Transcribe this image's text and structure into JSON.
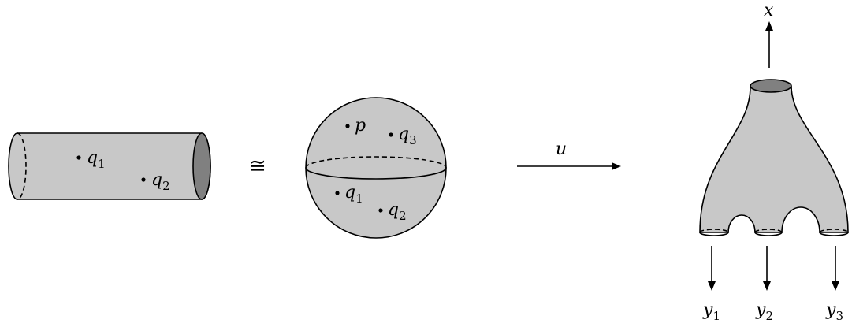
{
  "cylinder": {
    "points": [
      {
        "name": "q",
        "sub": "1"
      },
      {
        "name": "q",
        "sub": "2"
      }
    ]
  },
  "iso_symbol": "≅",
  "sphere": {
    "points": [
      {
        "name": "p",
        "sub": ""
      },
      {
        "name": "q",
        "sub": "3"
      },
      {
        "name": "q",
        "sub": "1"
      },
      {
        "name": "q",
        "sub": "2"
      }
    ]
  },
  "map_label": "u",
  "pants": {
    "top_label": "x",
    "bottom_labels": [
      {
        "name": "y",
        "sub": "1"
      },
      {
        "name": "y",
        "sub": "2"
      },
      {
        "name": "y",
        "sub": "3"
      }
    ]
  },
  "colors": {
    "surface_fill": "#c8c8c8",
    "end_fill": "#808080",
    "line": "#000000"
  }
}
